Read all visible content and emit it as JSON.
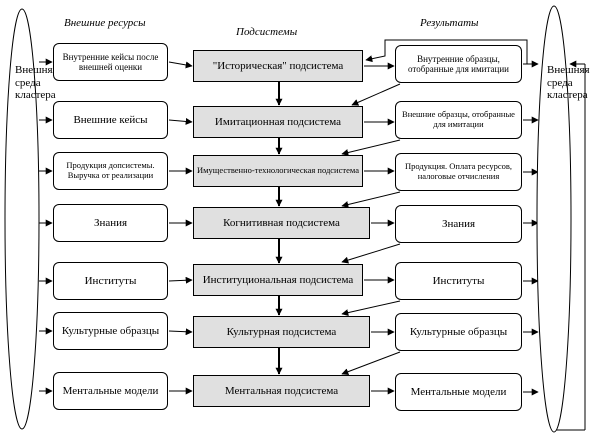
{
  "headers": {
    "external": "Внешние ресурсы",
    "subsystems": "Подсистемы",
    "results": "Результаты"
  },
  "environment": {
    "left": "Внешняя\nсреда\nкластера",
    "right": "Внешняя\nсреда\nкластера"
  },
  "external_resources": [
    "Внутренние кейсы после внешней оценки",
    "Внешние кейсы",
    "Продукция допсистемы. Выручка от реализации",
    "Знания",
    "Институты",
    "Культурные образцы",
    "Ментальные модели"
  ],
  "subsystems": [
    "\"Историческая\" подсистема",
    "Имитационная подсистема",
    "Имущественно-технологическая подсистема",
    "Когнитивная подсистема",
    "Институциональная подсистема",
    "Культурная подсистема",
    "Ментальная подсистема"
  ],
  "results": [
    "Внутренние образцы, отобранные для имитации",
    "Внешние образцы, отобранные для имитации",
    "Продукция. Оплата ресурсов, налоговые отчисления",
    "Знания",
    "Институты",
    "Культурные образцы",
    "Ментальные модели"
  ]
}
